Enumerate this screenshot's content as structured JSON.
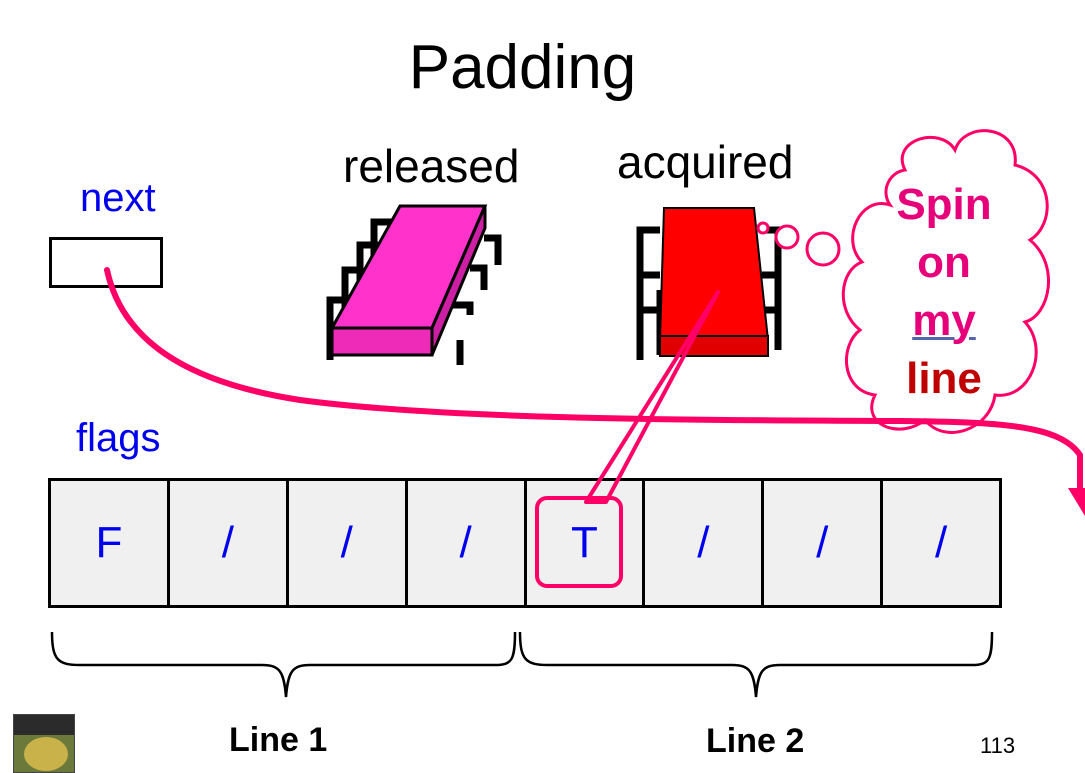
{
  "title": "Padding",
  "labels": {
    "released": "released",
    "acquired": "acquired",
    "next": "next",
    "flags": "flags"
  },
  "cells": [
    "F",
    "/",
    "/",
    "/",
    "T",
    "/",
    "/",
    "/"
  ],
  "lines": {
    "line1": "Line 1",
    "line2": "Line 2"
  },
  "thought": {
    "w1": "Spin",
    "w2": "on",
    "w3": "my",
    "w4": "line"
  },
  "page_number": "113",
  "colors": {
    "released_chip": "#ff33cc",
    "acquired_chip": "#ff0000",
    "arrow": "#ff0066",
    "label_blue": "#0000ee",
    "cell_bg": "#f0f0f0"
  }
}
